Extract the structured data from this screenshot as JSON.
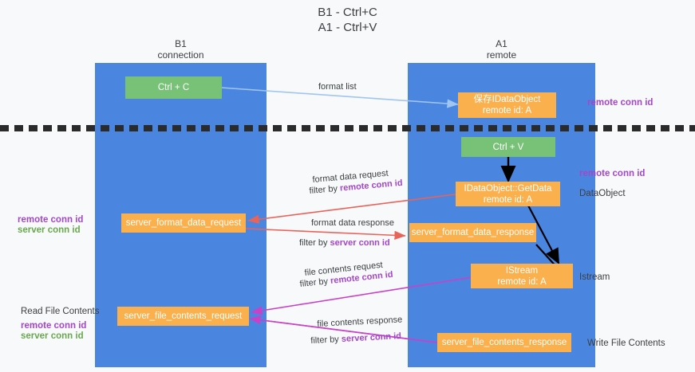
{
  "title": {
    "line1": "B1 - Ctrl+C",
    "line2": "A1 - Ctrl+V"
  },
  "lanes": [
    {
      "name": "b1",
      "title": "B1",
      "subtitle": "connection"
    },
    {
      "name": "a1",
      "title": "A1",
      "subtitle": "remote"
    }
  ],
  "nodes": {
    "ctrl_c": {
      "line1": "Ctrl + C",
      "line2": "",
      "color": "#77c277"
    },
    "save_dataobject": {
      "line1": "保存IDataObject",
      "line2": "remote id: A",
      "color": "#fbb04e"
    },
    "ctrl_v": {
      "line1": "Ctrl + V",
      "line2": "",
      "color": "#77c277"
    },
    "getdata": {
      "line1": "IDataObject::GetData",
      "line2": "remote id: A",
      "color": "#fbb04e"
    },
    "fmt_request": {
      "line1": "server_format_data_request",
      "line2": "",
      "color": "#fbb04e"
    },
    "fmt_response": {
      "line1": "server_format_data_response",
      "line2": "",
      "color": "#fbb04e"
    },
    "istream": {
      "line1": "IStream",
      "line2": "remote id: A",
      "color": "#fbb04e"
    },
    "file_request": {
      "line1": "server_file_contents_request",
      "line2": "",
      "color": "#fbb04e"
    },
    "file_response": {
      "line1": "server_file_contents_response",
      "line2": "",
      "color": "#fbb04e"
    }
  },
  "edge_labels": {
    "format_list": "format list",
    "fmt_req_l1": "format data request",
    "fmt_req_l2_prefix": "filter by ",
    "fmt_req_l2_key": "remote conn id",
    "fmt_res_l1": "format data response",
    "fmt_res_l2_prefix": "filter by ",
    "fmt_res_l2_key": "server conn id",
    "file_req_l1": "file contents request",
    "file_req_l2_prefix": "filter by ",
    "file_req_l2_key": "remote conn id",
    "file_res_l1": "file contents response",
    "file_res_l2_prefix": "filter by ",
    "file_res_l2_key": "server conn id"
  },
  "annotations": {
    "right_remote_conn_top": "remote conn id",
    "right_remote_conn_mid": "remote conn id",
    "right_dataobject": "DataObject",
    "right_istream": "Istream",
    "right_write_file": "Write File Contents",
    "left_remote_conn": "remote conn id",
    "left_server_conn": "server conn id",
    "left_read_file": "Read File Contents",
    "left_remote_conn2": "remote conn id",
    "left_server_conn2": "server conn id"
  },
  "colors": {
    "lane": "#4a86e0",
    "green_node": "#77c277",
    "orange_node": "#fbb04e",
    "purple": "#a347c9",
    "green_text": "#6aa84f",
    "red_edge": "#e8635a",
    "magenta_edge": "#c841c8",
    "light_blue_edge": "#9fc5f0",
    "black_edge": "#000000",
    "background": "#f8f9fa"
  }
}
